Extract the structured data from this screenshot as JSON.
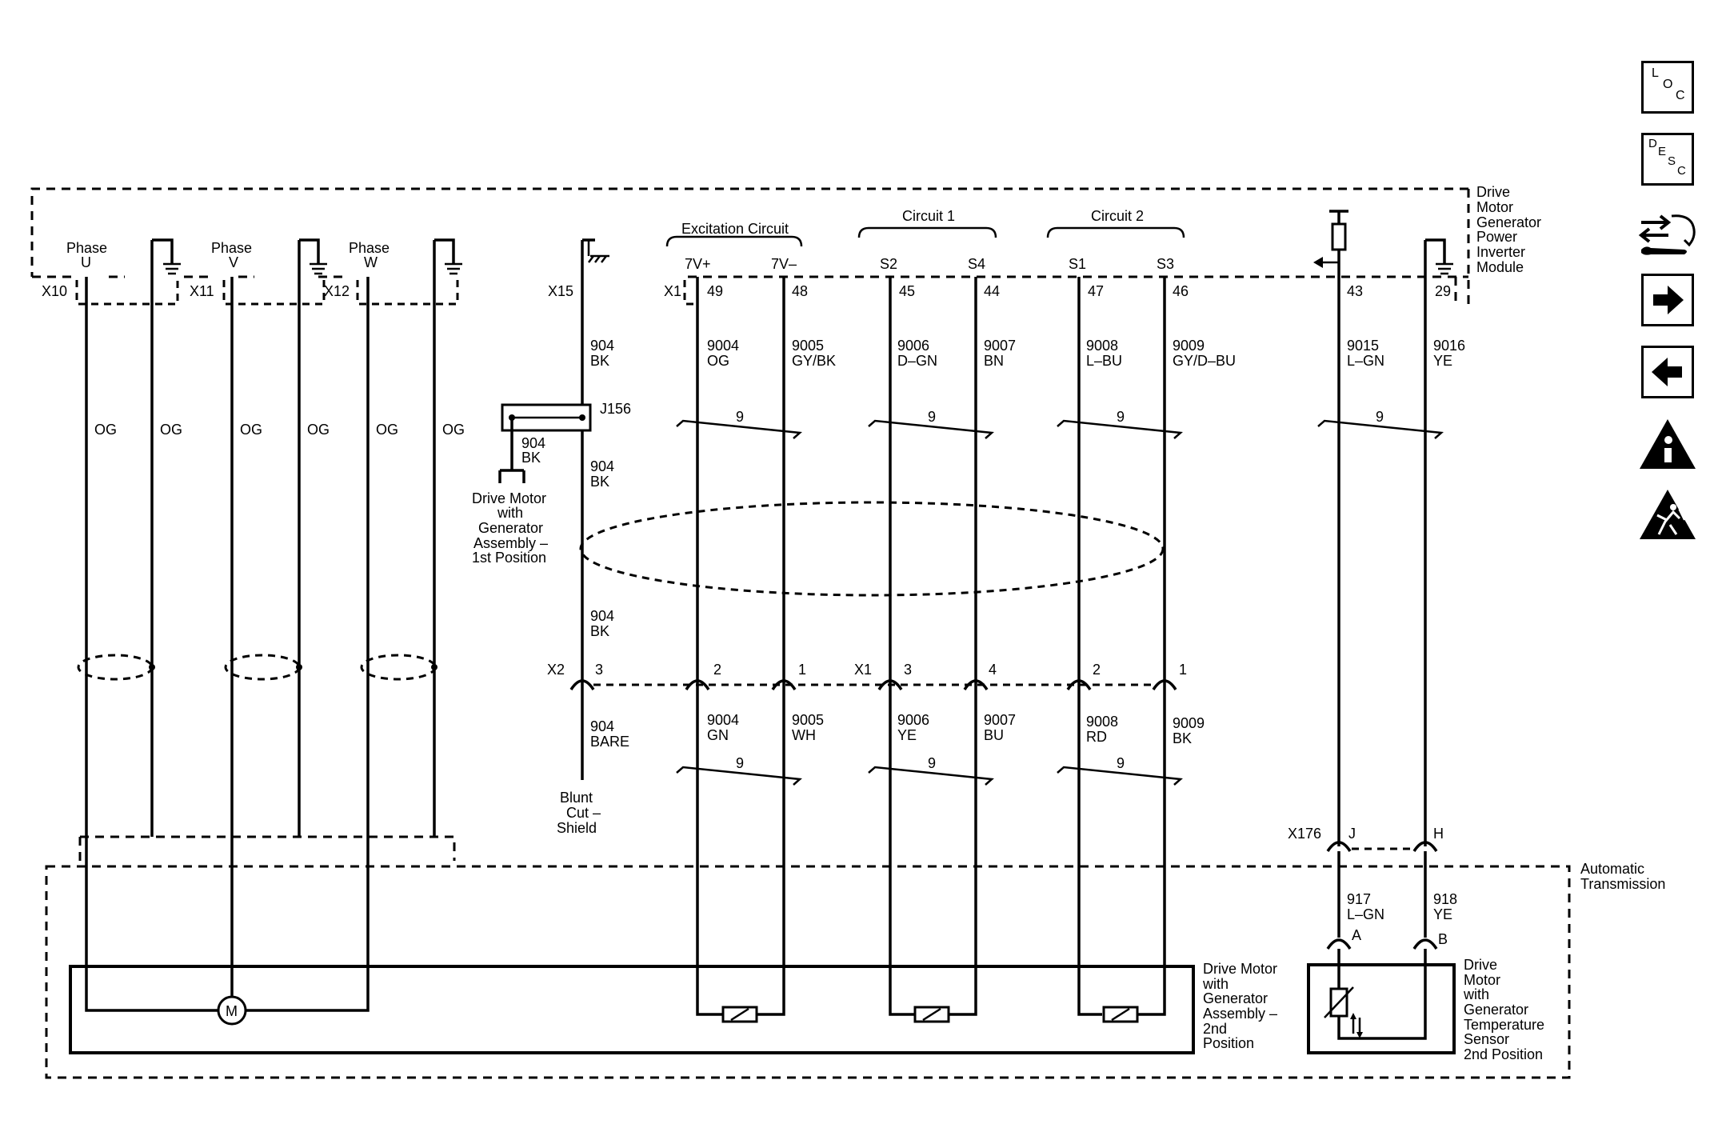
{
  "modules": {
    "inverter": [
      "Drive",
      "Motor",
      "Generator",
      "Power",
      "Inverter",
      "Module"
    ],
    "transmission": [
      "Automatic",
      "Transmission"
    ],
    "motor_2nd": [
      "Drive Motor",
      "with",
      "Generator",
      "Assembly –",
      "2nd",
      "Position"
    ],
    "motor_1st": [
      "Drive Motor",
      "with",
      "Generator",
      "Assembly –",
      "1st Position"
    ],
    "temp_sensor": [
      "Drive",
      "Motor",
      "with",
      "Generator",
      "Temperature",
      "Sensor",
      "2nd Position"
    ]
  },
  "phases": [
    {
      "line1": "Phase",
      "line2": "U",
      "connector": "X10"
    },
    {
      "line1": "Phase",
      "line2": "V",
      "connector": "X11"
    },
    {
      "line1": "Phase",
      "line2": "W",
      "connector": "X12"
    }
  ],
  "phase_wire_color": "OG",
  "groups": {
    "excitation": "Excitation Circuit",
    "circuit1": "Circuit 1",
    "circuit2": "Circuit 2"
  },
  "connectors": {
    "x15": "X15",
    "x1_top": "X1",
    "x2": "X2",
    "x1_mid": "X1",
    "x176": "X176",
    "j156": "J156"
  },
  "signals": [
    {
      "name": "7V+",
      "pin": "49",
      "upper_circuit": "9004",
      "upper_color": "OG",
      "lower_pin": "2",
      "lower_circuit": "9004",
      "lower_color": "GN"
    },
    {
      "name": "7V–",
      "pin": "48",
      "upper_circuit": "9005",
      "upper_color": "GY/BK",
      "lower_pin": "1",
      "lower_circuit": "9005",
      "lower_color": "WH"
    },
    {
      "name": "S2",
      "pin": "45",
      "upper_circuit": "9006",
      "upper_color": "D–GN",
      "lower_pin": "3",
      "lower_circuit": "9006",
      "lower_color": "YE"
    },
    {
      "name": "S4",
      "pin": "44",
      "upper_circuit": "9007",
      "upper_color": "BN",
      "lower_pin": "4",
      "lower_circuit": "9007",
      "lower_color": "BU"
    },
    {
      "name": "S1",
      "pin": "47",
      "upper_circuit": "9008",
      "upper_color": "L–BU",
      "lower_pin": "2",
      "lower_circuit": "9008",
      "lower_color": "RD"
    },
    {
      "name": "S3",
      "pin": "46",
      "upper_circuit": "9009",
      "upper_color": "GY/D–BU",
      "lower_pin": "1",
      "lower_circuit": "9009",
      "lower_color": "BK"
    }
  ],
  "temp": [
    {
      "pin": "43",
      "upper_circuit": "9015",
      "upper_color": "L–GN",
      "x176_pin": "J",
      "lower_circuit": "917",
      "lower_color": "L–GN",
      "sensor_pin": "A"
    },
    {
      "pin": "29",
      "upper_circuit": "9016",
      "upper_color": "YE",
      "x176_pin": "H",
      "lower_circuit": "918",
      "lower_color": "YE",
      "sensor_pin": "B"
    }
  ],
  "shield": {
    "circuit": "904",
    "color_upper": "BK",
    "color_lower": "BARE",
    "x2_pin": "3",
    "blunt": [
      "Blunt",
      "Cut –",
      "Shield"
    ]
  },
  "twist_count": "9",
  "motor_symbol": "M",
  "sidebar": {
    "loc": [
      "L",
      "O",
      "C"
    ],
    "desc": [
      "D",
      "E",
      "S",
      "C"
    ],
    "icons": [
      "connector-locator-icon",
      "next-arrow-icon",
      "previous-arrow-icon",
      "information-icon",
      "electrical-hazard-icon"
    ]
  },
  "colors": {
    "line": "#000000",
    "background": "#ffffff"
  }
}
